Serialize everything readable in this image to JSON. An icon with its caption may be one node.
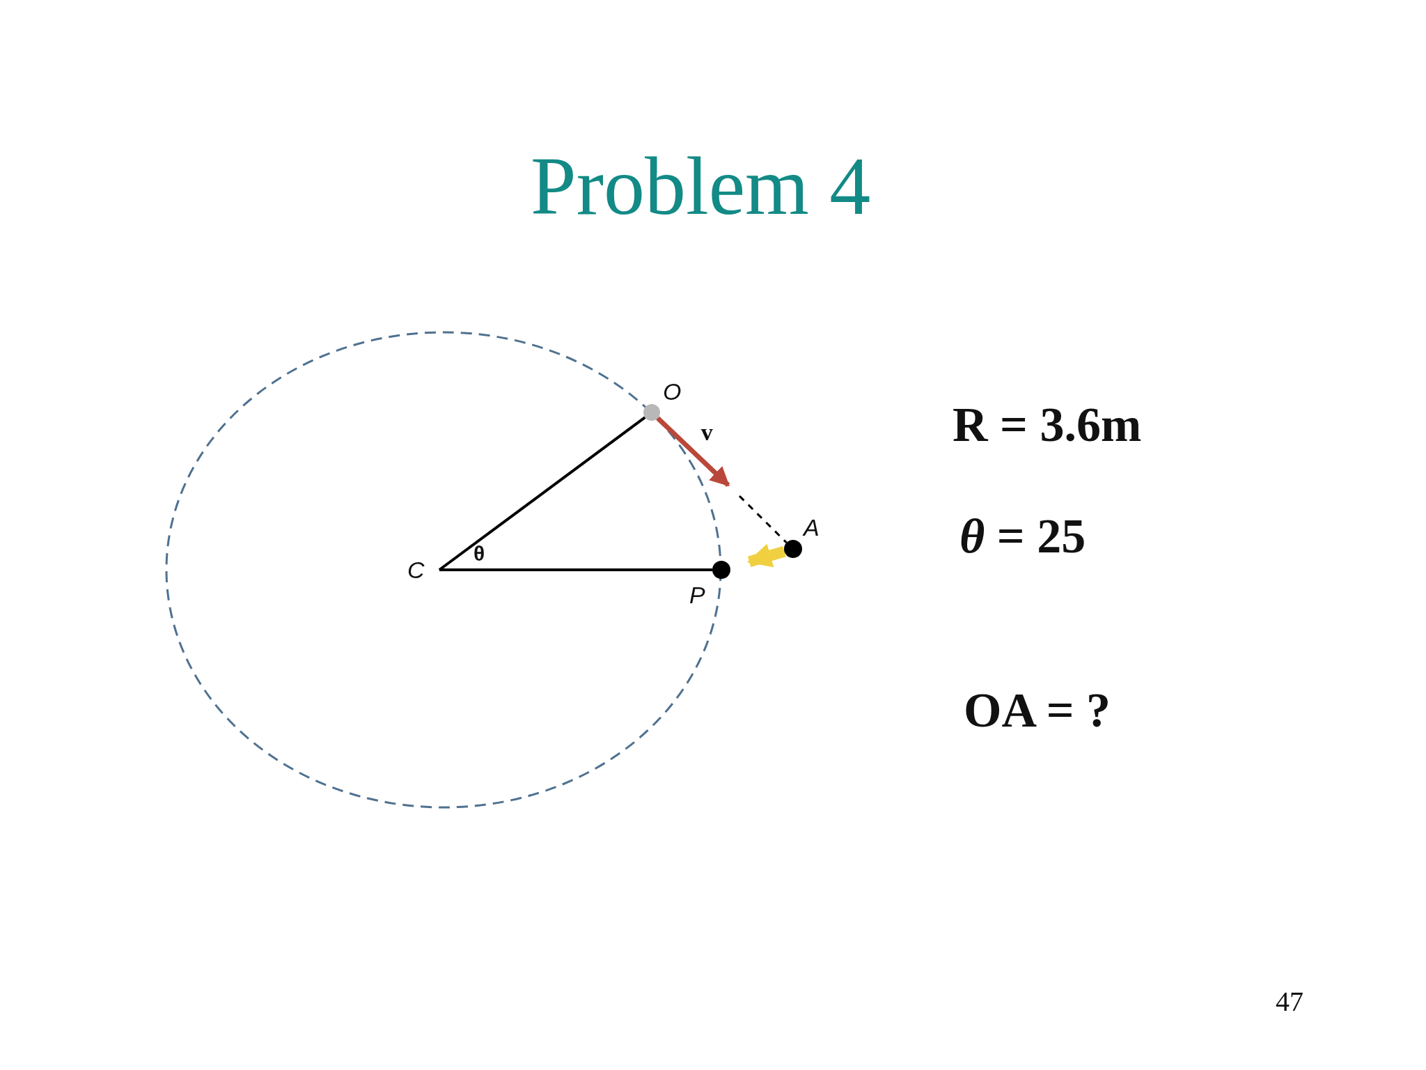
{
  "diagram": {
    "title": "Problem 4",
    "nodes": [
      {
        "text": [
          "C"
        ]
      },
      {
        "text": [
          "O"
        ]
      },
      {
        "text": [
          "A"
        ]
      },
      {
        "text": [
          "P"
        ]
      }
    ],
    "edges": [
      {
        "from": 0,
        "to": 1,
        "arrow": "none"
      },
      {
        "from": 0,
        "to": 3,
        "arrow": "none"
      },
      {
        "from": 1,
        "to": 2,
        "arrow": "to",
        "label": "v",
        "color": "#b9483a"
      },
      {
        "from": 2,
        "to": 3,
        "arrow": "to",
        "style": "thick",
        "color": "#f0d040"
      }
    ],
    "labels": [
      "θ",
      "R = 3.6m",
      "*θ* = 25",
      "OA = ?",
      "47"
    ]
  }
}
